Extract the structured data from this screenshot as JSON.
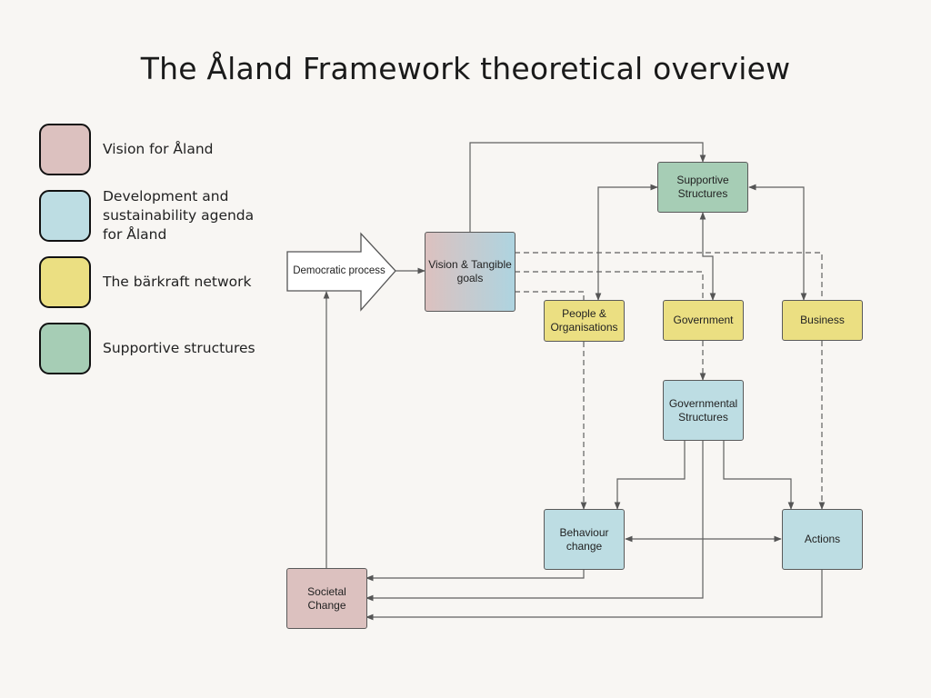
{
  "title": "The Åland Framework theoretical overview",
  "legend": [
    {
      "label": "Vision for Åland",
      "color": "#dcc1bf"
    },
    {
      "label": "Development and sustainability agenda for Åland",
      "color": "#bddde3"
    },
    {
      "label": "The bärkraft network",
      "color": "#ebdf82"
    },
    {
      "label": "Supportive structures",
      "color": "#a6cdb5"
    }
  ],
  "nodes": {
    "democratic_process": "Democratic process",
    "vision_goals": "Vision & Tangible goals",
    "supportive_structures": "Supportive Structures",
    "people_organisations": "People & Organisations",
    "government": "Government",
    "business": "Business",
    "governmental_structures": "Governmental Structures",
    "behaviour_change": "Behaviour change",
    "actions": "Actions",
    "societal_change": "Societal Change"
  }
}
